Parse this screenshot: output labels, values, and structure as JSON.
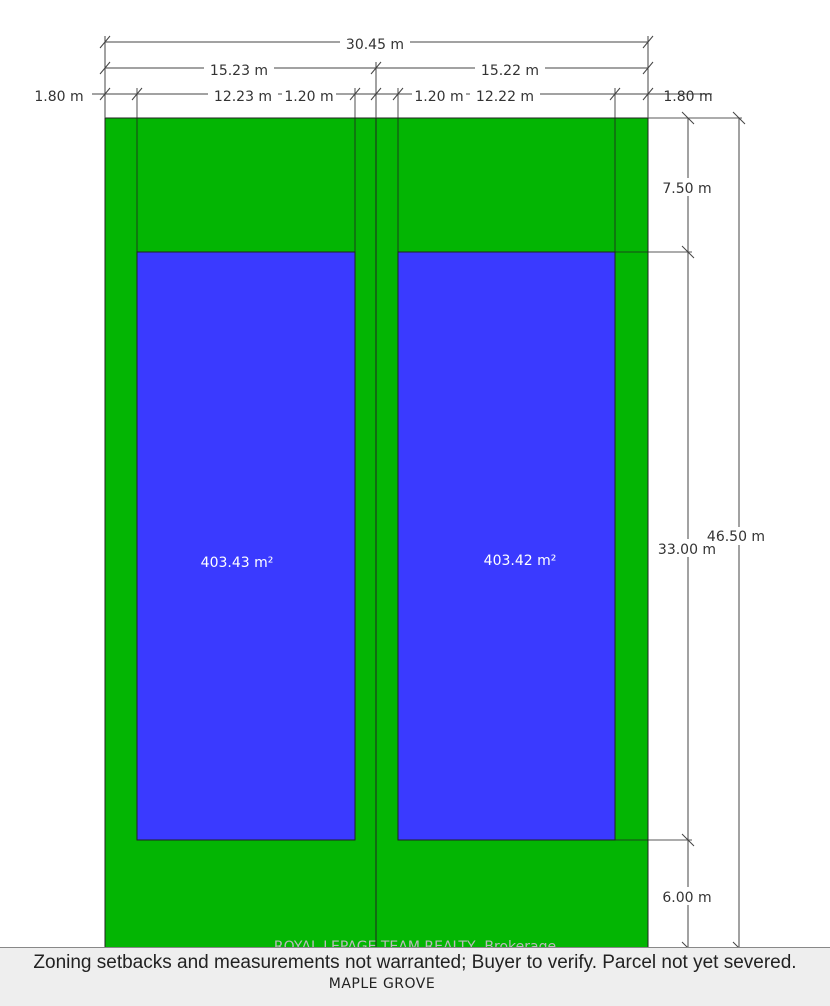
{
  "colors": {
    "lot": "#03b503",
    "building": "#3a3aff",
    "line": "#333333",
    "footer_bg": "#eeeeee"
  },
  "dimensions": {
    "total_width": "30.45 m",
    "left_lot_width": "15.23 m",
    "right_lot_width": "15.22 m",
    "left_side_setback": "1.80 m",
    "left_building_width": "12.23 m",
    "left_interior_setback": "1.20 m",
    "right_interior_setback": "1.20 m",
    "right_building_width": "12.22 m",
    "right_side_setback": "1.80 m",
    "front_setback": "7.50 m",
    "building_depth": "33.00 m",
    "rear_setback": "6.00 m",
    "total_depth": "46.50 m"
  },
  "buildings": {
    "left_area": "403.43 m²",
    "right_area": "403.42 m²"
  },
  "watermark": "ROYAL LEPAGE TEAM REALTY, Brokerage",
  "footer": {
    "disclaimer": "Zoning setbacks and measurements not warranted; Buyer to verify. Parcel not yet severed.",
    "street": "MAPLE GROVE"
  }
}
